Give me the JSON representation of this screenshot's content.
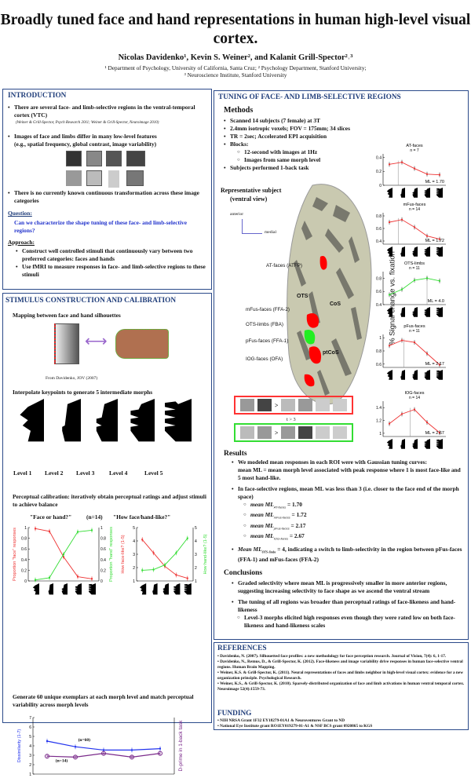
{
  "header": {
    "title": "Broadly tuned face and hand representations in human high-level visual cortex.",
    "authors": "Nicolas Davidenko¹, Kevin S. Weiner², and Kalanit Grill-Spector²˒³",
    "affil1": "¹ Department of Psychology, University of California, Santa Cruz; ² Psychology Department, Stanford University;",
    "affil2": "³ Neuroscience Institute, Stanford University"
  },
  "intro": {
    "heading": "INTRODUCTION",
    "b1": "There are several face- and limb-selective regions in the ventral-temporal cortex (VTC)",
    "b1_cite": "(Weiner & Grill-Spector, Psych Research 2011; Weiner & Grill-Spector, Neuroimage 2010)",
    "b2": "Images of face and limbs differ in many low-level features",
    "b2b": "(e.g., spatial frequency, global contrast, image variability)",
    "b3": "There is no currently known continuous transformation across these image categories",
    "question_label": "Question:",
    "question": "Can we characterize the shape tuning of these face- and limb-selective regions?",
    "approach_label": "Approach:",
    "a1": "Construct well controlled stimuli that continuously vary between two preferred categories: faces and hands",
    "a2": "Use fMRI to measure responses in face- and limb-selective regions to these stimuli"
  },
  "stimulus": {
    "heading": "STIMULUS CONSTRUCTION AND CALIBRATION",
    "mapping": "Mapping between face and hand silhouettes",
    "credit": "From Davidenko, JOV (2007)",
    "interp": "Interpolate keypoints to generate 5 intermediate morphs",
    "levels": [
      "Level 1",
      "Level 2",
      "Level 3",
      "Level 4",
      "Level 5"
    ],
    "calib": "Perceptual calibration: iteratively obtain perceptual ratings and adjust stimuli to achieve balance",
    "q1": "\"Face or hand?\"",
    "n14": "(n=14)",
    "q2": "\"How face/hand-like?\"",
    "generate": "Generate 60 unique exemplars at each morph level and match perceptual variability across morph levels",
    "colors": {
      "face": "#ee3333",
      "hand": "#33dd33",
      "dissim": "#2233ee",
      "dprime": "#7a2a8a",
      "arrow": "#9966cc"
    }
  },
  "tuning": {
    "heading": "TUNING OF FACE- AND LIMB-SELECTIVE REGIONS",
    "methods": "Methods",
    "m": [
      "Scanned 14 subjects (7 female) at 3T",
      "2.4mm isotropic voxels;  FOV = 175mm;  34 slices",
      "TR = 2sec;  Accelerated EPI acquisition",
      "Blocks:"
    ],
    "m_sub": [
      "12-second with images at 1Hz",
      "Images from same morph level"
    ],
    "m_last": "Subjects performed 1-back task",
    "rep": "Representative subject",
    "rep2": "(ventral view)",
    "anterior": "anterior",
    "medial": "medial",
    "roi_labels": [
      "AT-faces (ATFP)",
      "mFus-faces (FFA-2)",
      "OTS-limbs (FBA)",
      "pFus-faces (FFA-1)",
      "IOG-faces (OFA)"
    ],
    "sulci": [
      "OTS",
      "CoS",
      "ptCoS"
    ],
    "contrast": "t > 3",
    "ylabel": "% Signal change vs. fixation",
    "results": "Results",
    "r1a": "We modeled mean responses in each ROI were with Gaussian tuning curves:",
    "r1b": "mean ML = mean morph level associated with peak response where 1 is most face-like and 5 most hand-like.",
    "r2": "In face-selective regions,  mean ML was less than 3  (i.e. closer to the face end of the morph space)",
    "ml_items": [
      {
        "label": "mean ML",
        "sub": "AT-faces",
        "value": "= 1.70"
      },
      {
        "label": "mean ML",
        "sub": "mFus-faces",
        "value": "= 1.72"
      },
      {
        "label": "mean ML",
        "sub": "pFus-faces",
        "value": "= 2.17"
      },
      {
        "label": "mean ML",
        "sub": "IOG-faces",
        "value": "= 2.67"
      }
    ],
    "r3a": "Mean ML",
    "r3sub": "OTS-limbs",
    "r3b": " = 4, indicating a switch to limb-selectivity in the region between pFus-faces (FFA-1) and mFus-faces (FFA-2)",
    "conclusions": "Conclusions",
    "c1": "Graded selectivity where mean ML is progressively smaller in more anterior regions, suggesting increasing selectivity to face shape as we ascend the ventral stream",
    "c2": "The tuning of all regions was broader than perceptual ratings of face-likeness and hand-likeness",
    "c2sub": "Level-3 morphs elicited high responses even though they were rated low on both face-likeness and hand-likeness scales"
  },
  "references": {
    "heading": "REFERENCES",
    "items": [
      "• Davidenko, N. (2007). Silhouetted face profiles: a new methodology for face perception research. Journal of Vision, 7(4): 6, 1-17.",
      "• Davidenko, N., Remus, D., & Grill-Spector, K. (2012). Face-likeness and image variability drive responses in human face-selective ventral regions. Human Brain Mapping.",
      "• Weiner, K.S. & Grill-Spector, K. (2011). Neural representations of faces and limbs neighbor in high-level visual cortex: evidence for a new organization principle. Psychological Research.",
      "• Weiner, K.S., & Grill-Spector, K. (2010). Sparsely-distributed organization of face and limb activations in human ventral temporal cortex. Neuroimage 52(4):1559-73."
    ],
    "funding_heading": "FUNDING",
    "funding": [
      "• NIH NRSA  Grant 1F32 EY18279-01A1 &  Neuroventures Grant to ND",
      "• National Eye Institute grant RO1EY019279-01-A1 & NSF BCS grant 0920865 to KGS"
    ]
  },
  "chart_data": [
    {
      "id": "at",
      "type": "line",
      "title": "AT-faces",
      "n": "n = 7",
      "ml": 1.7,
      "ml_label": "ML = 1.70",
      "x": [
        1,
        2,
        3,
        4,
        5
      ],
      "ylim": [
        0,
        0.45
      ],
      "yticks": [
        0,
        0.2,
        0.4
      ],
      "series": [
        {
          "values": [
            0.3,
            0.33,
            0.24,
            0.16,
            0.15
          ],
          "color": "#ee3333"
        }
      ]
    },
    {
      "id": "mfus",
      "type": "line",
      "title": "mFus-faces",
      "n": "n = 14",
      "ml": 1.72,
      "ml_label": "ML = 1.72",
      "x": [
        1,
        2,
        3,
        4,
        5
      ],
      "ylim": [
        0.35,
        0.85
      ],
      "yticks": [
        0.4,
        0.6,
        0.8
      ],
      "series": [
        {
          "values": [
            0.7,
            0.74,
            0.62,
            0.48,
            0.43
          ],
          "color": "#ee3333"
        }
      ]
    },
    {
      "id": "ots",
      "type": "line",
      "title": "OTS-limbs",
      "n": "n = 11",
      "ml": 4.0,
      "ml_label": "ML = 4.0",
      "x": [
        1,
        2,
        3,
        4,
        5
      ],
      "ylim": [
        0.4,
        0.9
      ],
      "yticks": [
        0.4,
        0.6,
        0.8
      ],
      "series": [
        {
          "values": [
            0.55,
            0.63,
            0.77,
            0.8,
            0.76
          ],
          "color": "#33dd33"
        }
      ]
    },
    {
      "id": "pfus",
      "type": "line",
      "title": "pFus-faces",
      "n": "n = 11",
      "ml": 2.17,
      "ml_label": "ML = 2.17",
      "x": [
        1,
        2,
        3,
        4,
        5
      ],
      "ylim": [
        0.55,
        1.05
      ],
      "yticks": [
        0.6,
        0.8,
        1
      ],
      "series": [
        {
          "values": [
            0.88,
            0.96,
            0.93,
            0.76,
            0.59
          ],
          "color": "#ee3333"
        }
      ]
    },
    {
      "id": "iog",
      "type": "line",
      "title": "IOG-faces",
      "n": "n = 14",
      "ml": 2.67,
      "ml_label": "ML = 2.67",
      "x": [
        1,
        2,
        3,
        4,
        5
      ],
      "ylim": [
        0.95,
        1.5
      ],
      "yticks": [
        1,
        1.2,
        1.4
      ],
      "series": [
        {
          "values": [
            1.15,
            1.3,
            1.37,
            1.17,
            1.01
          ],
          "color": "#ee3333"
        }
      ]
    },
    {
      "id": "fh",
      "type": "line",
      "title": "",
      "x": [
        1,
        2,
        3,
        4,
        5
      ],
      "ylim": [
        0,
        1
      ],
      "yticks": [
        0,
        0.2,
        0.4,
        0.6,
        0.8,
        1
      ],
      "yticks_right": [
        0,
        0.2,
        0.4,
        0.6,
        0.8,
        1
      ],
      "ylabel": "Proportion \"face\" responses",
      "ylabel_right": "Proportion \"hand\" responses",
      "series": [
        {
          "values": [
            0.98,
            0.93,
            0.45,
            0.08,
            0.04
          ],
          "color": "#ee3333"
        },
        {
          "values": [
            0.02,
            0.06,
            0.5,
            0.92,
            0.95
          ],
          "color": "#33dd33"
        }
      ]
    },
    {
      "id": "like",
      "type": "line",
      "title": "",
      "x": [
        1,
        2,
        3,
        4,
        5
      ],
      "ylim": [
        1,
        5
      ],
      "yticks": [
        1,
        2,
        3,
        4,
        5
      ],
      "yticks_right": [
        1,
        2,
        3,
        4,
        5
      ],
      "ylabel": "How face-like? (1-5)",
      "ylabel_right": "How hand-like? (1-5)",
      "series": [
        {
          "values": [
            4.1,
            3.1,
            2.1,
            1.45,
            1.2
          ],
          "color": "#ee3333"
        },
        {
          "values": [
            1.8,
            1.85,
            2.2,
            3.1,
            4.2
          ],
          "color": "#33dd33"
        }
      ]
    },
    {
      "id": "dis",
      "type": "line",
      "title": "",
      "x": [
        1,
        2,
        3,
        4,
        5
      ],
      "ylim": [
        1,
        7
      ],
      "yticks": [
        1,
        2,
        3,
        4,
        5,
        6,
        7
      ],
      "ylabel": "Dissimilarity (1-7)",
      "ylabel_right": "D-prime in 1-back task",
      "series": [
        {
          "name": "(n=60)",
          "values": [
            4.5,
            3.9,
            3.55,
            3.55,
            3.7
          ],
          "color": "#2233ee"
        },
        {
          "name": "(n=14)",
          "values": [
            2.9,
            2.8,
            3.2,
            2.8,
            3.2
          ],
          "color": "#7a2a8a"
        }
      ]
    }
  ]
}
